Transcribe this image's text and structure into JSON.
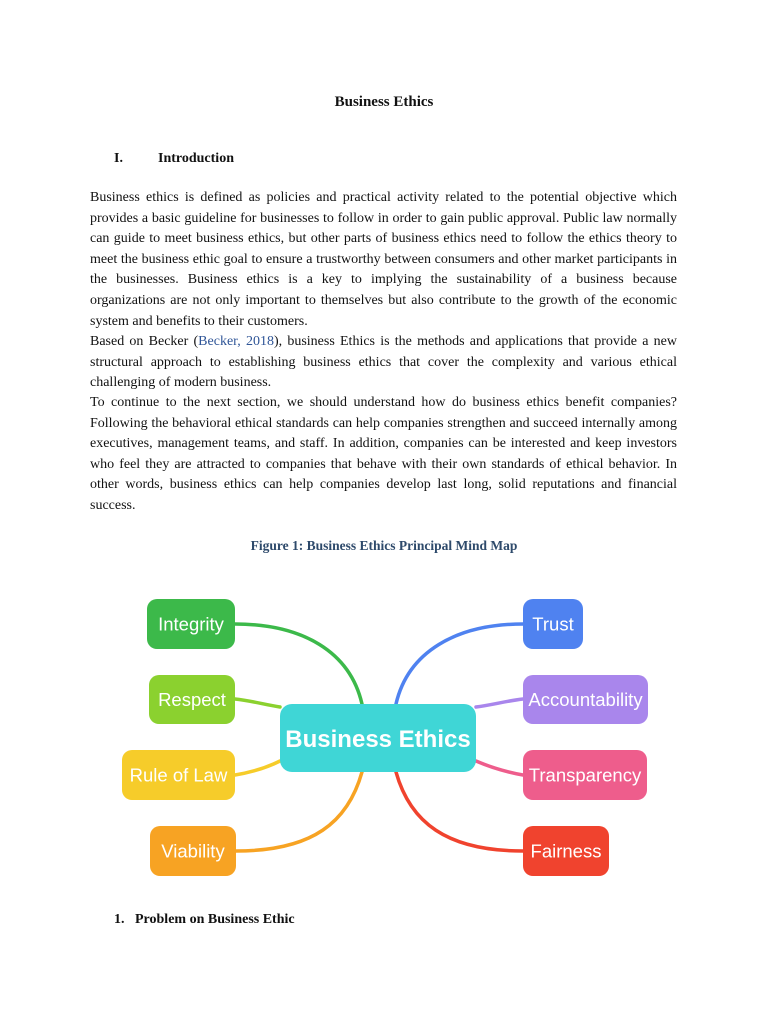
{
  "document": {
    "title": "Business Ethics",
    "section": {
      "number": "I.",
      "title": "Introduction"
    },
    "paragraphs": {
      "p1": "Business ethics is defined as policies and practical activity related to the potential objective which provides a basic guideline for businesses to follow in order to gain public approval. Public law normally can guide to meet business ethics, but other parts of business ethics need to follow the ethics theory to meet the business ethic goal to ensure a trustworthy between consumers and other market participants in the businesses. Business ethics is a key to implying the sustainability of a business because organizations are not only important to themselves but also contribute to the growth of the economic system and benefits to their customers.",
      "p2_before": "Based on Becker (",
      "p2_cite": "Becker, 2018",
      "p2_after": "), business Ethics is the methods and applications that provide a new structural approach to establishing business ethics that cover the complexity and various ethical challenging of modern business.",
      "p3": "To continue to the next section, we should understand how do business ethics benefit companies? Following the behavioral ethical standards can help companies strengthen and succeed internally among executives, management teams, and staff. In addition, companies can be interested and keep investors who feel they are attracted to companies that behave with their own standards of ethical behavior. In other words, business ethics can help companies develop last long, solid reputations and financial success."
    },
    "figure_caption": "Figure 1: Business Ethics Principal Mind Map",
    "subsection": {
      "number": "1.",
      "title": "Problem on Business Ethic"
    },
    "cite_color": "#2f5597"
  },
  "mindmap": {
    "center": {
      "label": "Business Ethics",
      "color": "#3fd6d6"
    },
    "left": [
      {
        "label": "Integrity",
        "color": "#3cb94a"
      },
      {
        "label": "Respect",
        "color": "#8bd12f"
      },
      {
        "label": "Rule of Law",
        "color": "#f6cc2a"
      },
      {
        "label": "Viability",
        "color": "#f7a323"
      }
    ],
    "right": [
      {
        "label": "Trust",
        "color": "#4f82f0"
      },
      {
        "label": "Accountability",
        "color": "#a986ec"
      },
      {
        "label": "Transparency",
        "color": "#ee5d8c"
      },
      {
        "label": "Fairness",
        "color": "#f0432e"
      }
    ]
  }
}
